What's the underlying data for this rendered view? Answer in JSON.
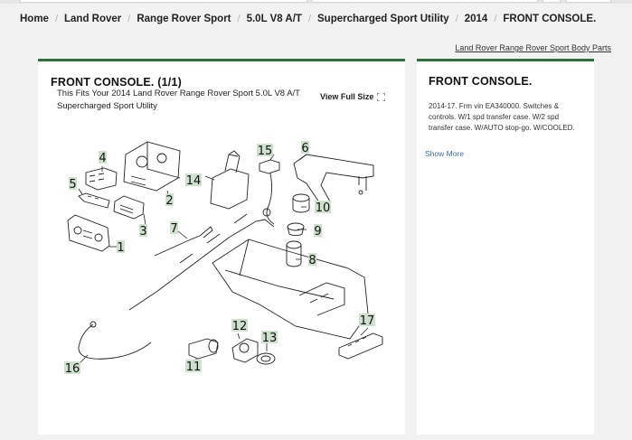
{
  "breadcrumb": {
    "items": [
      "Home",
      "Land Rover",
      "Range Rover Sport",
      "5.0L V8 A/T",
      "Supercharged Sport Utility",
      "2014",
      "FRONT CONSOLE."
    ],
    "separator": "/"
  },
  "header": {
    "category_link": "Land Rover Range Rover Sport Body Parts"
  },
  "diagram_panel": {
    "title": "FRONT CONSOLE. (1/1)",
    "fits_text": "This Fits Your 2014 Land Rover Range Rover Sport 5.0L V8 A/T Supercharged Sport Utility",
    "view_full_label": "View Full Size",
    "callouts": [
      "1",
      "2",
      "3",
      "4",
      "5",
      "6",
      "7",
      "8",
      "9",
      "10",
      "11",
      "12",
      "13",
      "14",
      "15",
      "16",
      "17"
    ]
  },
  "info_panel": {
    "title": "FRONT CONSOLE.",
    "description": "2014-17. Frm vin EA340000. Switches & controls. W/1 spd transfer case. W/2 spd transfer case. W/AUTO stop-go. W/COOLED.",
    "show_more_label": "Show More"
  },
  "colors": {
    "accent_green": "#2f6e3c",
    "link_blue": "#3d6f9e",
    "callout_bg": "#cfe0cf"
  }
}
